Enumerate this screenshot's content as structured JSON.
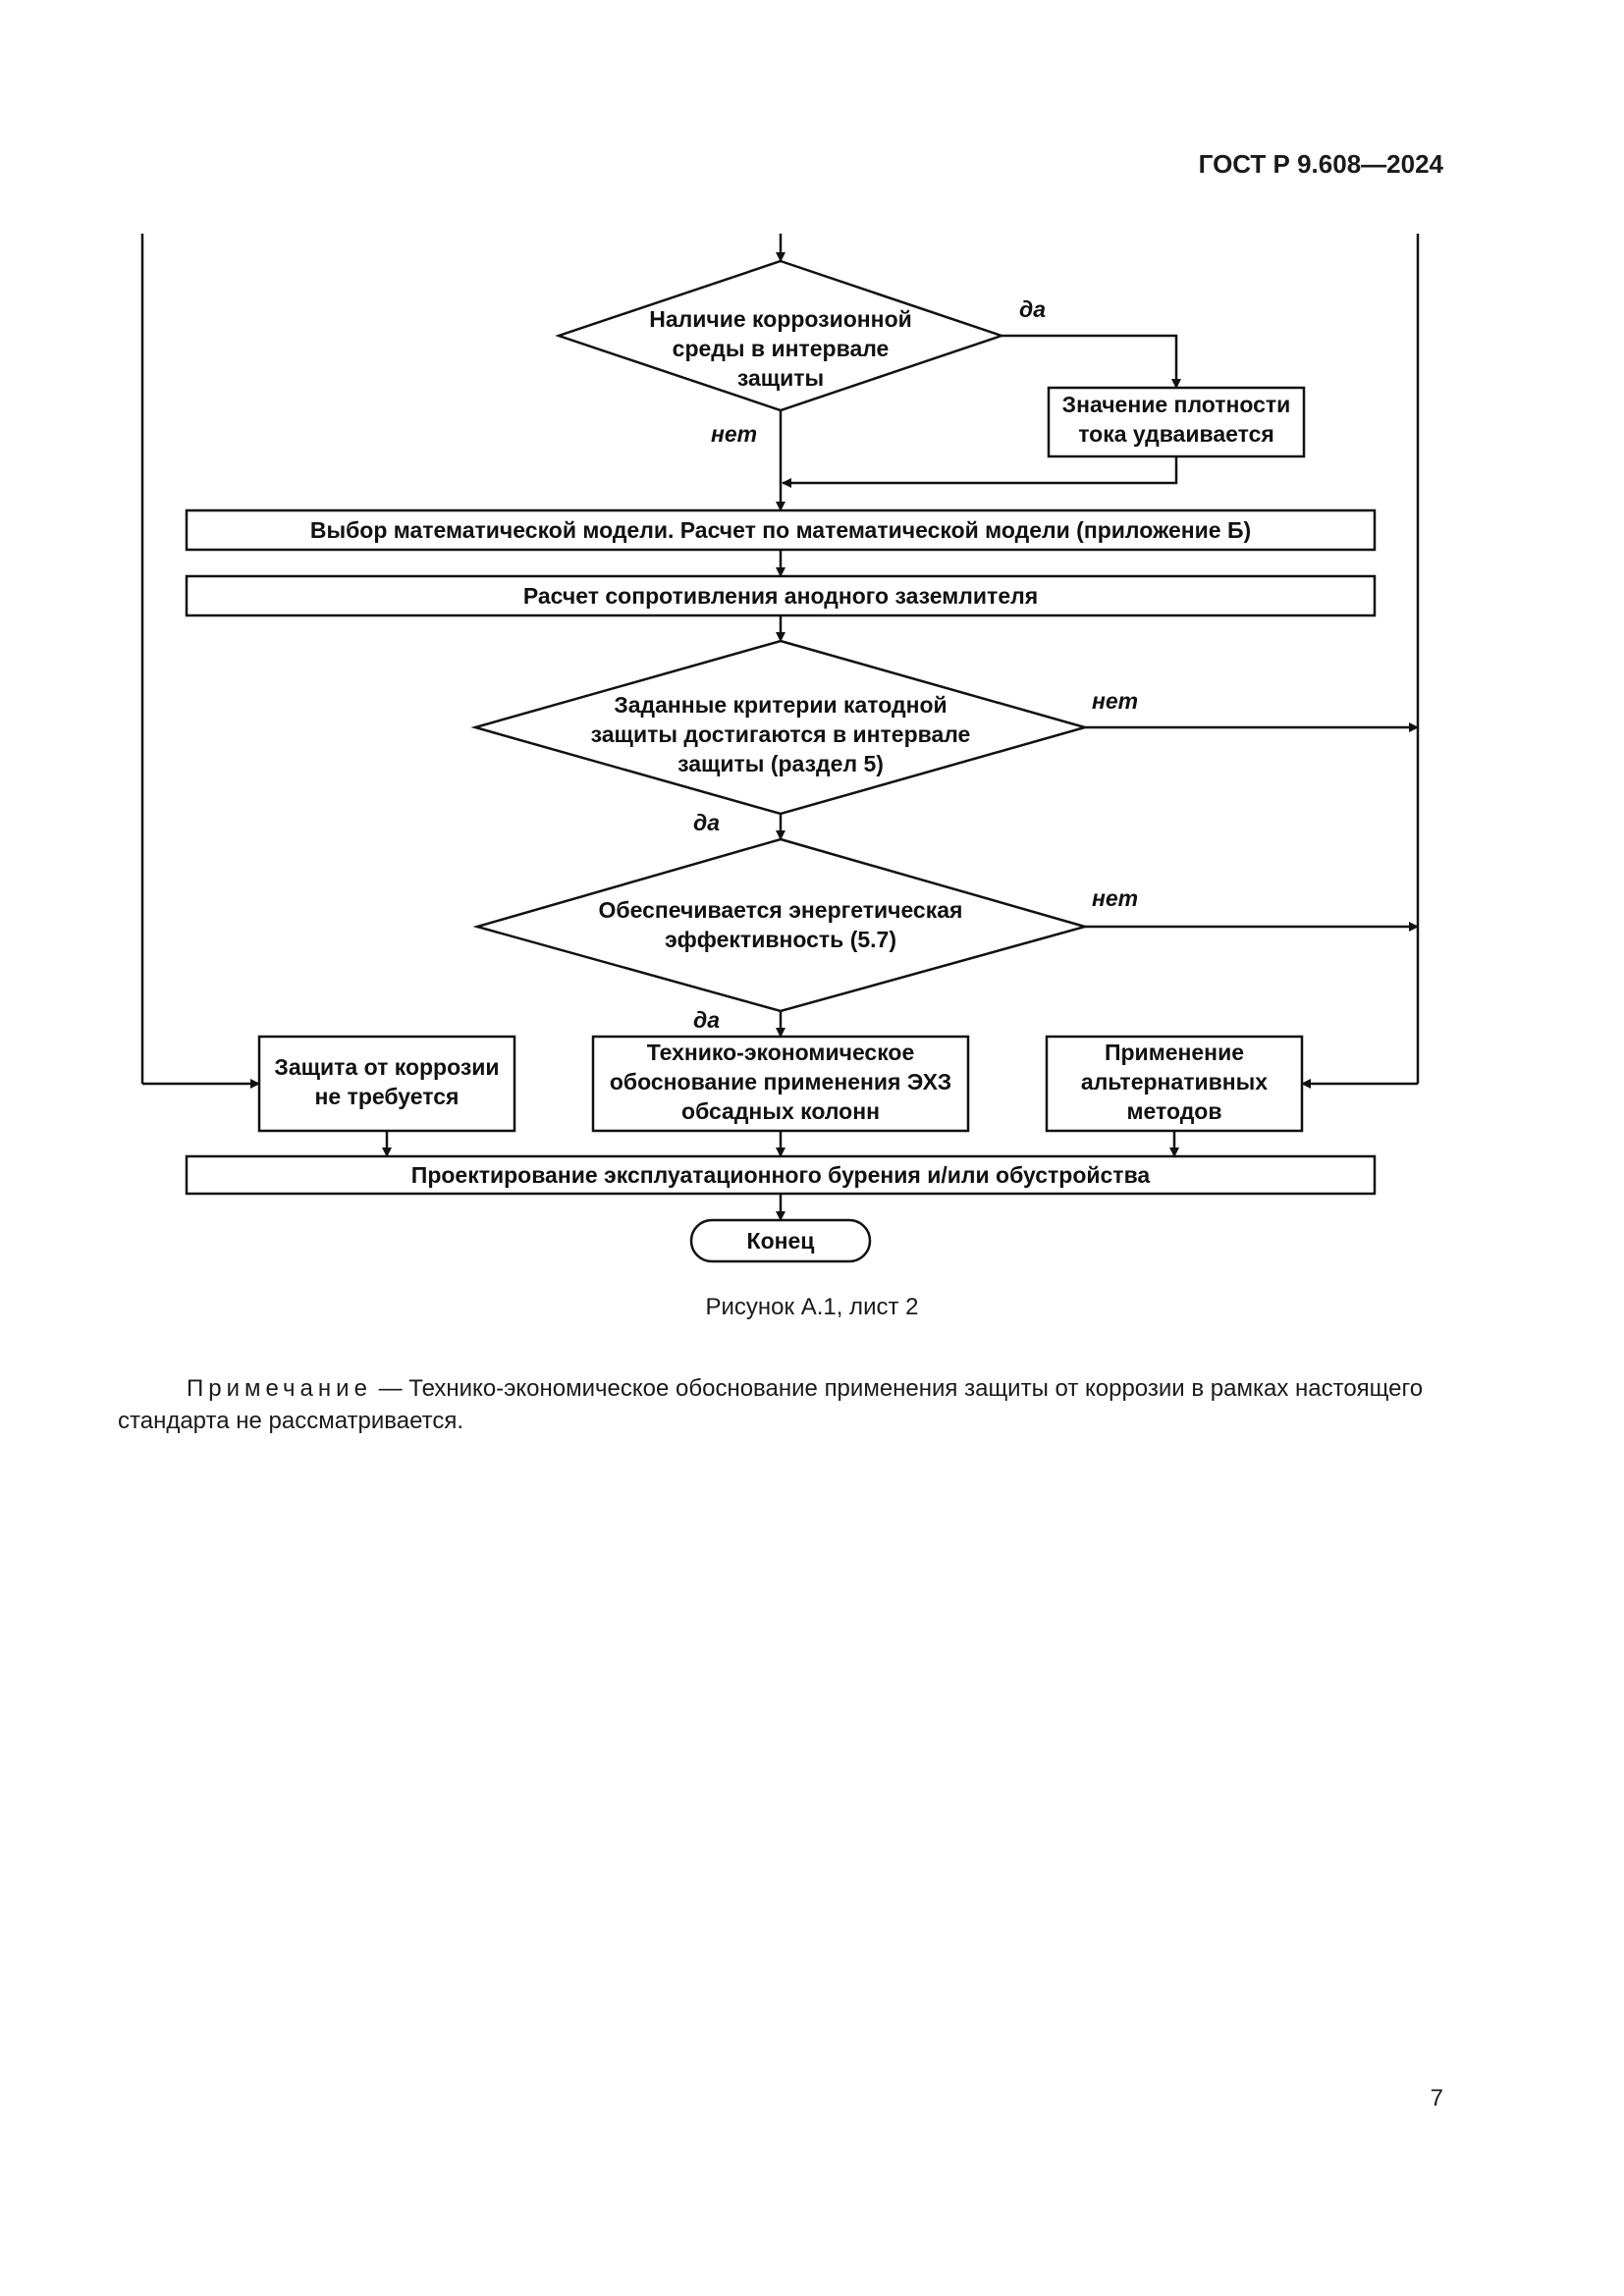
{
  "header": {
    "standard": "ГОСТ Р 9.608—2024"
  },
  "flowchart": {
    "decision_corrosive_env": [
      "Наличие коррозионной",
      "среды в интервале",
      "защиты"
    ],
    "label_yes_1": "да",
    "label_no_1": "нет",
    "box_current_density": [
      "Значение плотности",
      "тока удваивается"
    ],
    "box_math_model": "Выбор математической модели. Расчет по математической модели (приложение Б)",
    "box_resistance": "Расчет сопротивления анодного заземлителя",
    "decision_criteria": [
      "Заданные критерии катодной",
      "защиты достигаются в интервале",
      "защиты (раздел 5)"
    ],
    "label_no_2": "нет",
    "label_yes_2": "да",
    "decision_energy": [
      "Обеспечивается энергетическая",
      "эффективность (5.7)"
    ],
    "label_no_3": "нет",
    "label_yes_3": "да",
    "box_no_protection": [
      "Защита от коррозии",
      "не требуется"
    ],
    "box_feasibility": [
      "Технико-экономическое",
      "обоснование применения ЭХЗ",
      "обсадных колонн"
    ],
    "box_alternative": [
      "Применение",
      "альтернативных",
      "методов"
    ],
    "box_design": "Проектирование эксплуатационного бурения и/или обустройства",
    "terminal_end": "Конец"
  },
  "caption": "Рисунок А.1, лист 2",
  "note": {
    "label": "Примечание",
    "text": " — Технико-экономическое обоснование применения защиты от коррозии в рамках настоящего стандарта не рассматривается."
  },
  "page_number": "7"
}
